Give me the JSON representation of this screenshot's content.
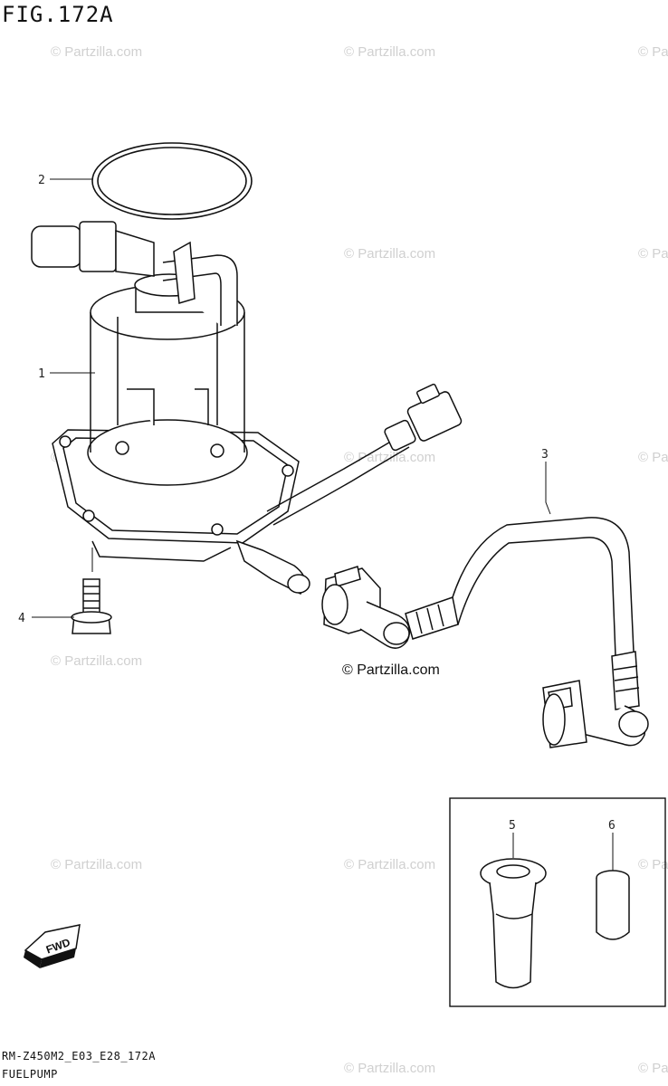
{
  "figure": {
    "title": "FIG.172A"
  },
  "callouts": [
    "1",
    "2",
    "3",
    "4",
    "5",
    "6"
  ],
  "watermark": {
    "text": "© Partzilla.com",
    "accent": "#111111",
    "faint": "#d0d0d0"
  },
  "fwd_label": "FWD",
  "footer": {
    "code": "RM-Z450M2_E03_E28_172A",
    "name": "FUELPUMP"
  },
  "icons": {
    "fwd": "forward-arrow-icon"
  }
}
